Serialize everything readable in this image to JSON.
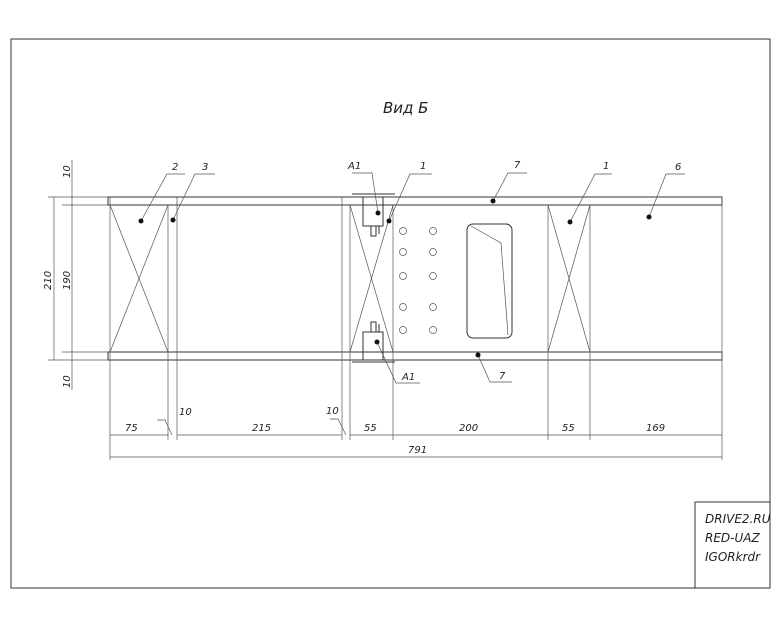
{
  "title": "Вид Б",
  "callouts": {
    "c2": "2",
    "c3": "3",
    "a1_top": "A1",
    "c1_left": "1",
    "c7_top": "7",
    "c1_right": "1",
    "c6": "6",
    "a1_bottom": "A1",
    "c7_bottom": "7"
  },
  "dimensions": {
    "vertical": {
      "top": "10",
      "total": "210",
      "inner": "190",
      "bottom": "10"
    },
    "horizontal": [
      "75",
      "10",
      "215",
      "10",
      "55",
      "200",
      "55",
      "169"
    ],
    "overall": "791"
  },
  "title_block": {
    "line1": "DRIVE2.RU",
    "line2": "RED-UAZ",
    "line3": "IGORkrdr"
  }
}
